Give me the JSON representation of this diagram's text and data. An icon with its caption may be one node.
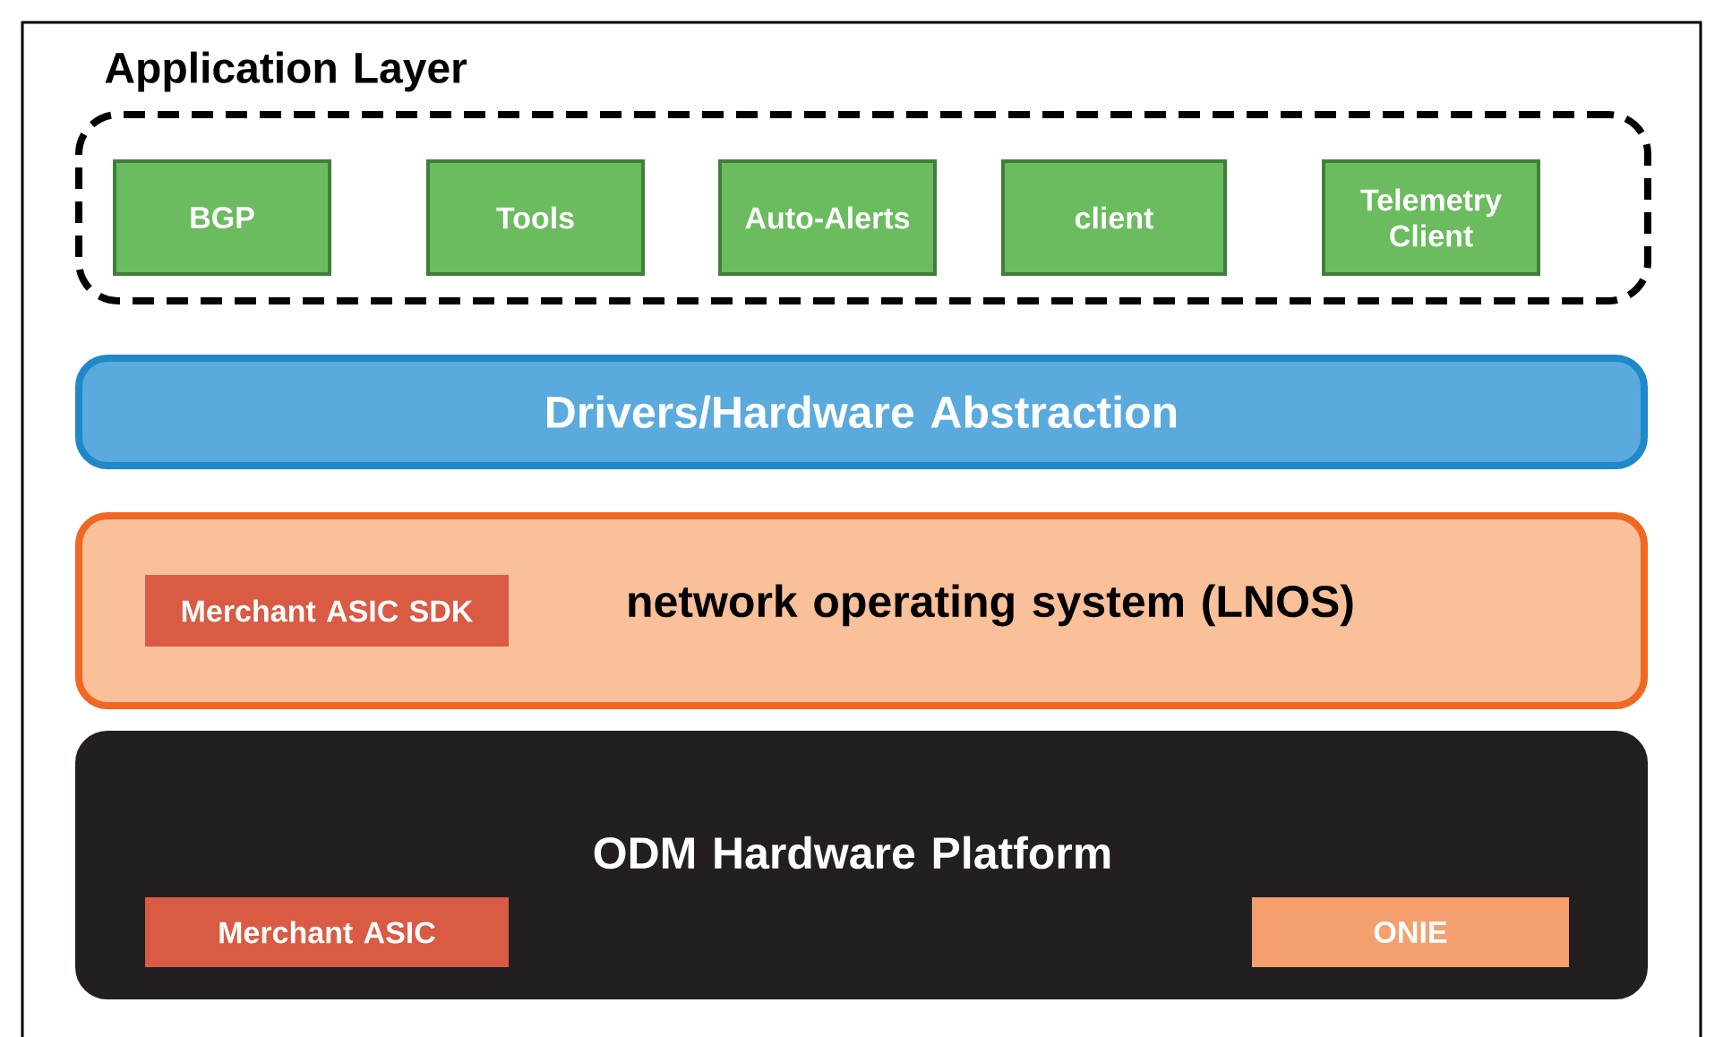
{
  "diagram": {
    "nodes": [
      {
        "text": [
          "Application Layer"
        ]
      },
      {
        "text": [
          "BGP"
        ],
        "in": 0
      },
      {
        "text": [
          "Tools"
        ],
        "in": 0
      },
      {
        "text": [
          "Auto-Alerts"
        ],
        "in": 0
      },
      {
        "text": [
          "client"
        ],
        "in": 0
      },
      {
        "text": [
          "Telemetry Client"
        ],
        "in": 0
      },
      {
        "text": [
          "Drivers/Hardware Abstraction"
        ]
      },
      {
        "text": [
          "network operating system (LNOS)"
        ]
      },
      {
        "text": [
          "Merchant ASIC SDK"
        ],
        "in": 7
      },
      {
        "text": [
          "ODM Hardware Platform"
        ]
      },
      {
        "text": [
          "Merchant ASIC"
        ],
        "in": 9
      },
      {
        "text": [
          "ONIE"
        ],
        "in": 9
      }
    ]
  }
}
